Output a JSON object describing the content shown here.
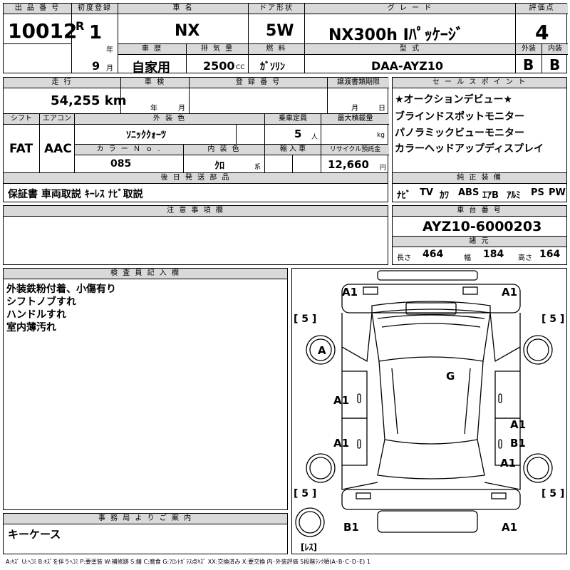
{
  "header": {
    "lot_label": "出 品 番 号",
    "lot_no": "10012",
    "first_reg_label": "初度登録",
    "era": "R",
    "year": "1",
    "year_unit": "年",
    "month": "9",
    "month_unit": "月",
    "name_label": "車 名",
    "name": "NX",
    "door_label": "ドア形状",
    "door": "5W",
    "grade_label": "グ レ ー ド",
    "grade": "NX300h Iﾊﾟｯｹｰｼﾞ",
    "score_label": "評価点",
    "score": "4",
    "history_label": "車 歴",
    "history": "自家用",
    "displacement_label": "排 気 量",
    "displacement": "2500",
    "displacement_unit": "CC",
    "fuel_label": "燃 料",
    "fuel": "ｶﾞｿﾘﾝ",
    "model_label": "型 式",
    "model": "DAA-AYZ10",
    "exterior_label": "外装",
    "exterior": "B",
    "interior_label": "内装",
    "interior": "B"
  },
  "row2": {
    "mileage_label": "走 行",
    "mileage": "54,255 km",
    "inspection_label": "車 検",
    "inspection_year_unit": "年",
    "inspection_month_unit": "月",
    "reg_no_label": "登 録 番 号",
    "transfer_label": "譲渡書類期限",
    "transfer_month_unit": "月",
    "transfer_day_unit": "日",
    "shift_label": "シフト",
    "shift": "FAT",
    "ac_label": "エアコン",
    "ac": "AAC",
    "color_label": "外 装 色",
    "color": "ｿﾆｯｸｸｫｰﾂ",
    "capacity_label": "乗車定員",
    "capacity": "5",
    "capacity_unit": "人",
    "load_label": "最大積載量",
    "load_unit": "kg",
    "color_no_label": "カ ラ ー Ｎ ｏ .",
    "color_no": "085",
    "interior_color_label": "内 装 色",
    "interior_color": "ｸﾛ",
    "interior_color_unit": "系",
    "import_label": "輸 入 車",
    "recycle_label": "リサイクル預託金",
    "recycle": "12,660",
    "recycle_unit": "円"
  },
  "selling_points": {
    "title": "セ ー ル ス ポ イ ン ト",
    "items": [
      "★オークションデビュー★",
      "ブラインドスポットモニター",
      "パノラミックビューモニター",
      "カラーヘッドアップディスプレイ"
    ]
  },
  "later_parts": {
    "title": "後 日 発 送 部 品",
    "text": "保証書 車両取説 ｷｰﾚｽ ﾅﾋﾞ取説"
  },
  "equipment": {
    "title": "純 正 装 備",
    "items": [
      "ﾅﾋﾞ",
      "TV",
      "ｶﾜ",
      "ABS",
      "ｴｱB",
      "ｱﾙﾐ",
      "PS",
      "PW"
    ]
  },
  "notes": {
    "title": "注 意 事 項 欄",
    "text": ""
  },
  "chassis": {
    "title": "車 台 番 号",
    "number": "AYZ10-6000203",
    "dims_title": "諸 元",
    "length_label": "長さ",
    "length": "464",
    "width_label": "幅",
    "width": "184",
    "height_label": "高さ",
    "height": "164"
  },
  "inspector": {
    "title": "検 査 員 記 入 欄",
    "lines": [
      "外装鉄粉付着、小傷有り",
      "シフトノブすれ",
      "ハンドルすれ",
      "室内薄汚れ"
    ]
  },
  "office": {
    "title": "事 務 局 よ り ご 案 内",
    "text": "キーケース"
  },
  "diagram": {
    "tire_label": "[ 5 ]",
    "spare_label": "[ﾚｽ]",
    "marks": {
      "front_left": "A1",
      "front_right": "A1",
      "front_wheel": "A",
      "windshield": "G",
      "front_door_left": "A1",
      "rear_door_left": "A1",
      "rear_door_right_1": "A1",
      "rear_door_right_2": "B1",
      "rear_fender_right": "A1",
      "rear_left": "B1",
      "rear_right": "A1"
    }
  },
  "legend": "A:ｷｽﾞ U:ﾍｺﾐ B:ｷｽﾞを伴うﾍｺﾐ P:要塗装 W:補修跡 S:錆 C:腐食 G:ﾌﾛﾝﾄｶﾞﾗｽ点ｷｽﾞ XX:交換済み X:要交換 内･外装評価 5段階ﾗﾝｸ順(A･B･C･D･E) 1"
}
